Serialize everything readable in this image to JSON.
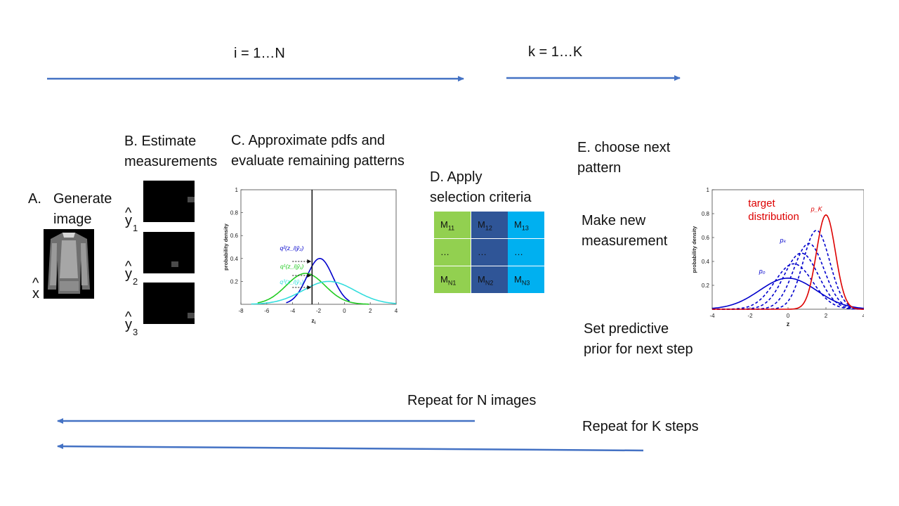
{
  "loops": {
    "outer": "i = 1…N",
    "inner": "k = 1…K"
  },
  "colors": {
    "arrow": "#4472c4",
    "green": "#92d050",
    "dark_blue": "#2f5597",
    "light_blue": "#00b0f0",
    "pdf_blue": "#0000cc",
    "pdf_cyan": "#33dddd",
    "target_red": "#dd0000"
  },
  "steps": {
    "a": {
      "letter": "A.",
      "title": "Generate\nimage",
      "var": "x"
    },
    "b": {
      "title": "B. Estimate\nmeasurements",
      "labels": [
        "y",
        "y",
        "y"
      ],
      "subs": [
        "1",
        "2",
        "3"
      ]
    },
    "c": {
      "title": "C. Approximate pdfs and\nevaluate remaining patterns"
    },
    "d": {
      "title": "D. Apply\nselection criteria",
      "matrix": [
        [
          {
            "m": "M",
            "s": "11"
          },
          {
            "m": "M",
            "s": "12"
          },
          {
            "m": "M",
            "s": "13"
          }
        ],
        [
          {
            "m": "…",
            "s": ""
          },
          {
            "m": "…",
            "s": ""
          },
          {
            "m": "…",
            "s": ""
          }
        ],
        [
          {
            "m": "M",
            "s": "N1"
          },
          {
            "m": "M",
            "s": "N2"
          },
          {
            "m": "M",
            "s": "N3"
          }
        ]
      ]
    },
    "e": {
      "title": "E. choose next\npattern",
      "make": "Make new\nmeasurement",
      "set": "Set predictive\nprior for next step"
    }
  },
  "repeat": {
    "images": "Repeat for N images",
    "steps": "Repeat for K steps"
  },
  "chart_data": [
    {
      "type": "line",
      "title": "",
      "xlabel": "z_i",
      "ylabel": "probability density",
      "xlim": [
        -8,
        4
      ],
      "ylim": [
        0,
        1
      ],
      "xticks": [
        -8,
        -6,
        -4,
        -2,
        0,
        2,
        4
      ],
      "yticks": [
        0.2,
        0.4,
        0.6,
        0.8,
        1
      ],
      "vline": -2.5,
      "series": [
        {
          "name": "q²(z_i|ŷ₂)",
          "color": "#0000cc",
          "mean": -1.9,
          "sd": 1.0,
          "peak": 0.4,
          "range": [
            -4.5,
            0.4
          ]
        },
        {
          "name": "q¹(z_i|ŷ₁)",
          "color": "#22cc22",
          "mean": -3.0,
          "sd": 1.5,
          "peak": 0.27,
          "range": [
            -6.7,
            1.9
          ]
        },
        {
          "name": "q³(z_i|ŷ₃)",
          "color": "#33dddd",
          "mean": -1.2,
          "sd": 2.0,
          "peak": 0.2,
          "range": [
            -7.2,
            4
          ]
        }
      ]
    },
    {
      "type": "line",
      "title": "",
      "xlabel": "z",
      "ylabel": "probability density",
      "xlim": [
        -4,
        4
      ],
      "ylim": [
        0,
        1
      ],
      "xticks": [
        -4,
        -2,
        0,
        2,
        4
      ],
      "yticks": [
        0.2,
        0.4,
        0.6,
        0.8,
        1
      ],
      "annotation": "target\ndistribution",
      "series": [
        {
          "name": "p₀",
          "color": "#0000cc",
          "style": "solid",
          "mean": 0.0,
          "sd": 1.5,
          "peak": 0.26
        },
        {
          "name": "",
          "color": "#0000cc",
          "style": "dashed",
          "mean": 0.3,
          "sd": 1.0,
          "peak": 0.38
        },
        {
          "name": "pₖ",
          "color": "#0000cc",
          "style": "dashed",
          "mean": 0.7,
          "sd": 0.9,
          "peak": 0.47
        },
        {
          "name": "",
          "color": "#0000cc",
          "style": "dashed",
          "mean": 1.1,
          "sd": 0.8,
          "peak": 0.55
        },
        {
          "name": "",
          "color": "#0000cc",
          "style": "dashed",
          "mean": 1.5,
          "sd": 0.7,
          "peak": 0.66
        },
        {
          "name": "p_K",
          "color": "#dd0000",
          "style": "solid",
          "mean": 2.0,
          "sd": 0.5,
          "peak": 0.79
        }
      ]
    }
  ]
}
